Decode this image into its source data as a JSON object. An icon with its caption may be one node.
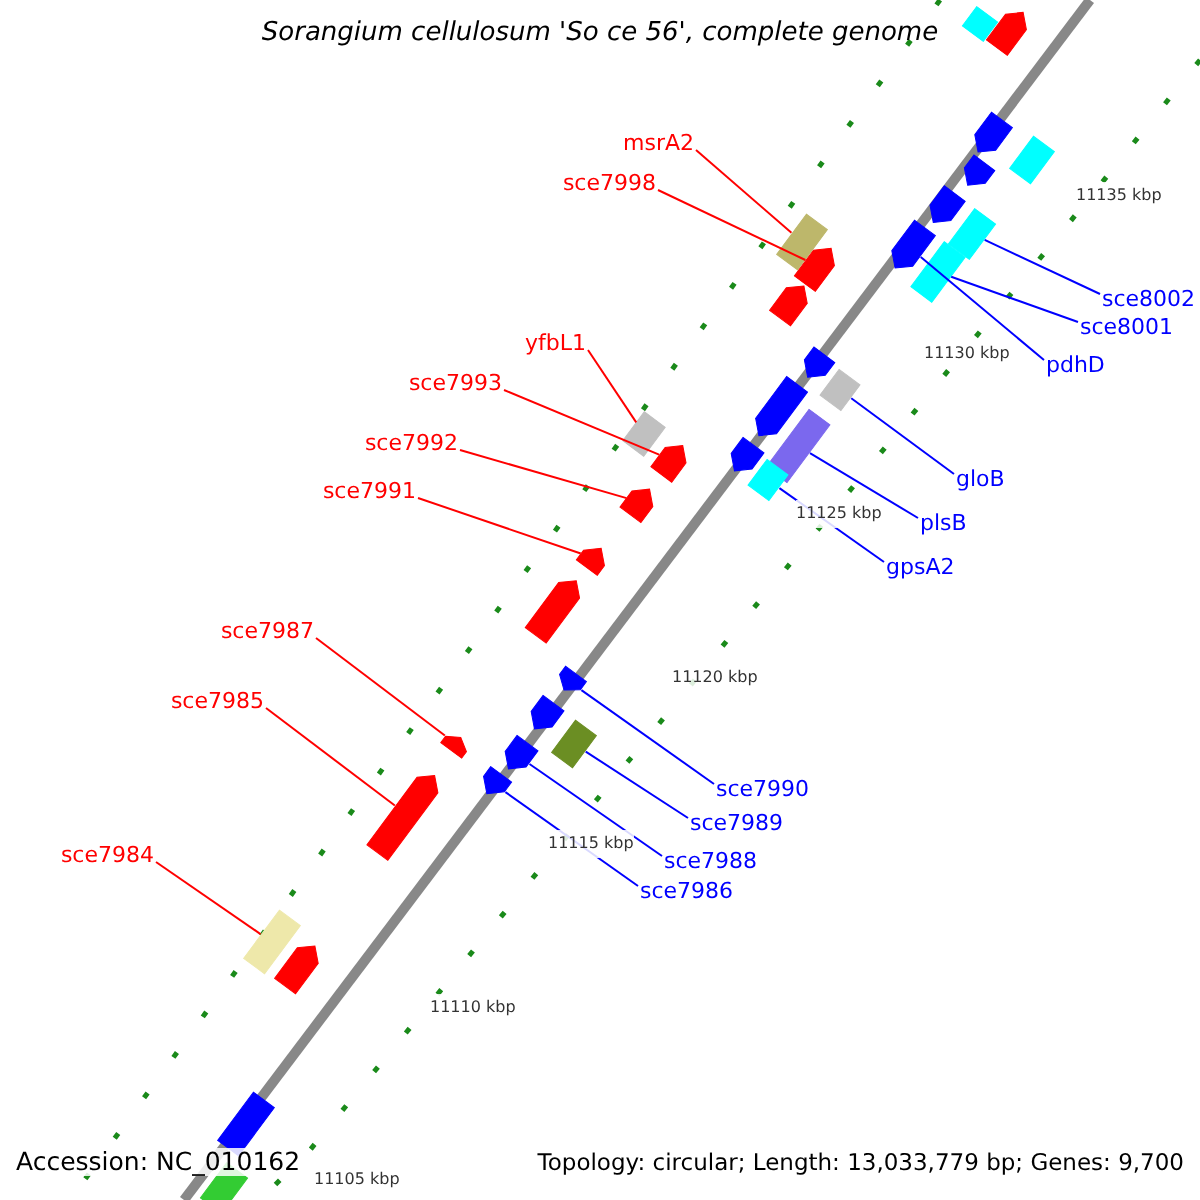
{
  "diagram": {
    "title": "Sorangium cellulosum 'So ce 56', complete genome",
    "nodes": [
      {
        "text": [
          "msrA2"
        ]
      },
      {
        "text": [
          "sce7998"
        ]
      },
      {
        "text": [
          "sce8002"
        ]
      },
      {
        "text": [
          "sce8001"
        ]
      },
      {
        "text": [
          "pdhD"
        ]
      },
      {
        "text": [
          "yfbL1"
        ]
      },
      {
        "text": [
          "sce7993"
        ]
      },
      {
        "text": [
          "sce7992"
        ]
      },
      {
        "text": [
          "gloB"
        ]
      },
      {
        "text": [
          "sce7991"
        ]
      },
      {
        "text": [
          "plsB"
        ]
      },
      {
        "text": [
          "gpsA2"
        ]
      },
      {
        "text": [
          "sce7987"
        ]
      },
      {
        "text": [
          "sce7985"
        ]
      },
      {
        "text": [
          "sce7990"
        ]
      },
      {
        "text": [
          "sce7989"
        ]
      },
      {
        "text": [
          "sce7988"
        ]
      },
      {
        "text": [
          "sce7986"
        ]
      },
      {
        "text": [
          "sce7984"
        ]
      },
      {
        "text": [],
        "shape": "box"
      },
      {
        "text": [],
        "shape": "arrow"
      },
      {
        "text": [],
        "shape": "box"
      },
      {
        "text": [],
        "shape": "box"
      },
      {
        "text": [],
        "shape": "arrow"
      },
      {
        "text": [],
        "shape": "box"
      },
      {
        "text": [],
        "shape": "arrow"
      },
      {
        "text": [],
        "shape": "arrow"
      },
      {
        "text": [],
        "shape": "box"
      },
      {
        "text": [],
        "shape": "arrow"
      },
      {
        "text": [],
        "shape": "box"
      },
      {
        "text": [],
        "shape": "box"
      },
      {
        "text": [],
        "shape": "arrow"
      },
      {
        "text": [],
        "shape": "arrow"
      },
      {
        "text": [],
        "shape": "arrow"
      },
      {
        "text": [],
        "shape": "box"
      },
      {
        "text": [],
        "shape": "arrow"
      },
      {
        "text": [],
        "shape": "arrow"
      },
      {
        "text": [],
        "shape": "box"
      },
      {
        "text": [],
        "shape": "arrow"
      },
      {
        "text": [],
        "shape": "box"
      },
      {
        "text": [],
        "shape": "arrow"
      },
      {
        "text": [],
        "shape": "arrow"
      },
      {
        "text": [],
        "shape": "arrow"
      },
      {
        "text": [],
        "shape": "arrow"
      },
      {
        "text": [],
        "shape": "box"
      },
      {
        "text": [],
        "shape": "arrow"
      },
      {
        "text": [],
        "shape": "arrow"
      },
      {
        "text": [],
        "shape": "arrow"
      },
      {
        "text": [],
        "shape": "arrow"
      },
      {
        "text": [],
        "shape": "arrow"
      },
      {
        "text": [],
        "shape": "arrow"
      },
      {
        "text": [],
        "shape": "box"
      },
      {
        "text": [],
        "shape": "box"
      }
    ],
    "edges": [
      {
        "from": 0,
        "to": 19,
        "arrow": "none",
        "color": "#ff0000"
      },
      {
        "from": 1,
        "to": 20,
        "arrow": "none",
        "color": "#ff0000"
      },
      {
        "from": 2,
        "to": 21,
        "arrow": "none"
      },
      {
        "from": 3,
        "to": 22,
        "arrow": "none"
      },
      {
        "from": 4,
        "to": 23,
        "arrow": "none"
      },
      {
        "from": 5,
        "to": 24,
        "arrow": "none",
        "color": "#ff0000"
      },
      {
        "from": 6,
        "to": 25,
        "arrow": "none",
        "color": "#ff0000"
      },
      {
        "from": 7,
        "to": 26,
        "arrow": "none",
        "color": "#ff0000"
      },
      {
        "from": 8,
        "to": 27,
        "arrow": "none"
      },
      {
        "from": 9,
        "to": 28,
        "arrow": "none",
        "color": "#ff0000"
      },
      {
        "from": 10,
        "to": 29,
        "arrow": "none"
      },
      {
        "from": 11,
        "to": 30,
        "arrow": "none"
      },
      {
        "from": 12,
        "to": 31,
        "arrow": "none",
        "color": "#ff0000"
      },
      {
        "from": 13,
        "to": 32,
        "arrow": "none",
        "color": "#ff0000"
      },
      {
        "from": 14,
        "to": 33,
        "arrow": "none"
      },
      {
        "from": 15,
        "to": 34,
        "arrow": "none"
      },
      {
        "from": 16,
        "to": 35,
        "arrow": "none"
      },
      {
        "from": 17,
        "to": 36,
        "arrow": "none"
      },
      {
        "from": 18,
        "to": 37,
        "arrow": "none",
        "color": "#ff0000"
      }
    ],
    "labels": [
      "11135 kbp",
      "11130 kbp",
      "11125 kbp",
      "11120 kbp",
      "11115 kbp",
      "11110 kbp",
      "11105 kbp",
      "Accession: NC_010162",
      "Topology: circular; Length: 13,033,779 bp; Genes: 9,700"
    ]
  }
}
